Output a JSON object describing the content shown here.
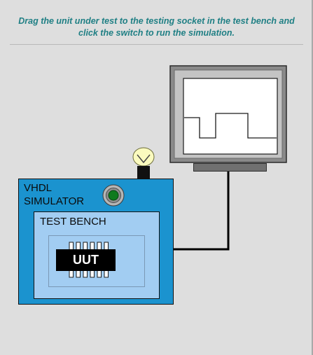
{
  "instructions": {
    "line1": "Drag the unit under test to the testing socket in the test bench and",
    "line2": "click the switch to run the simulation."
  },
  "simulator": {
    "line1": "VHDL",
    "line2": "SIMULATOR",
    "switch_color": "#0f7a1d"
  },
  "test_bench": {
    "label": "TEST BENCH",
    "color": "#a2cdf2"
  },
  "uut": {
    "label": "UUT"
  },
  "colors": {
    "instructions_text": "#1f7f84",
    "simulator_body": "#1b93cf",
    "background": "#dedede"
  }
}
